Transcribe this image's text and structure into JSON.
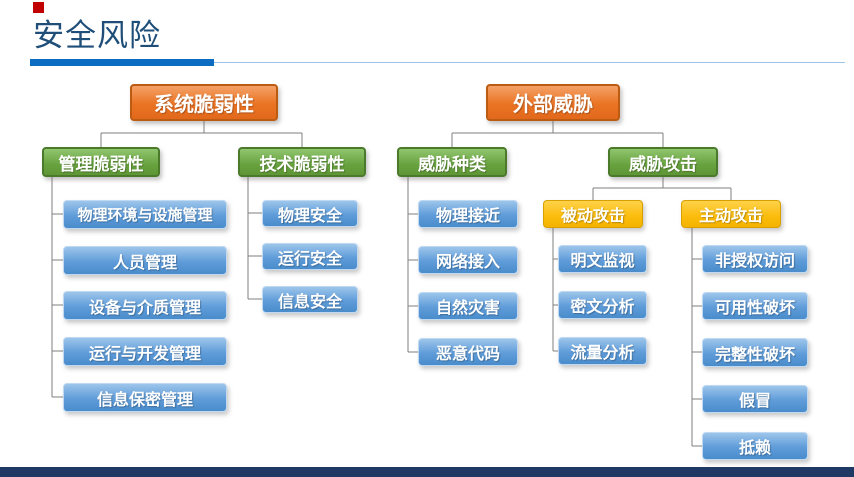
{
  "slide": {
    "title": "安全风险"
  },
  "left_tree": {
    "root": "系统脆弱性",
    "management": {
      "label": "管理脆弱性",
      "children": [
        "物理环境与设施管理",
        "人员管理",
        "设备与介质管理",
        "运行与开发管理",
        "信息保密管理"
      ]
    },
    "technical": {
      "label": "技术脆弱性",
      "children": [
        "物理安全",
        "运行安全",
        "信息安全"
      ]
    }
  },
  "right_tree": {
    "root": "外部威胁",
    "threat_types": {
      "label": "威胁种类",
      "children": [
        "物理接近",
        "网络接入",
        "自然灾害",
        "恶意代码"
      ]
    },
    "threat_attacks": {
      "label": "威胁攻击",
      "passive": {
        "label": "被动攻击",
        "children": [
          "明文监视",
          "密文分析",
          "流量分析"
        ]
      },
      "active": {
        "label": "主动攻击",
        "children": [
          "非授权访问",
          "可用性破坏",
          "完整性破坏",
          "假冒",
          "抵赖"
        ]
      }
    }
  },
  "colors": {
    "root_orange": "#ED7D31",
    "branch_green": "#70AD47",
    "group_yellow": "#FFC000",
    "leaf_blue": "#5B9BD5",
    "title_blue": "#1F4E79",
    "underline_blue": "#0C6CC1",
    "underline_light": "#9DC3E6",
    "footer_navy": "#1F3864",
    "connector_gray": "#7F7F7F",
    "accent_red": "#C00000"
  }
}
